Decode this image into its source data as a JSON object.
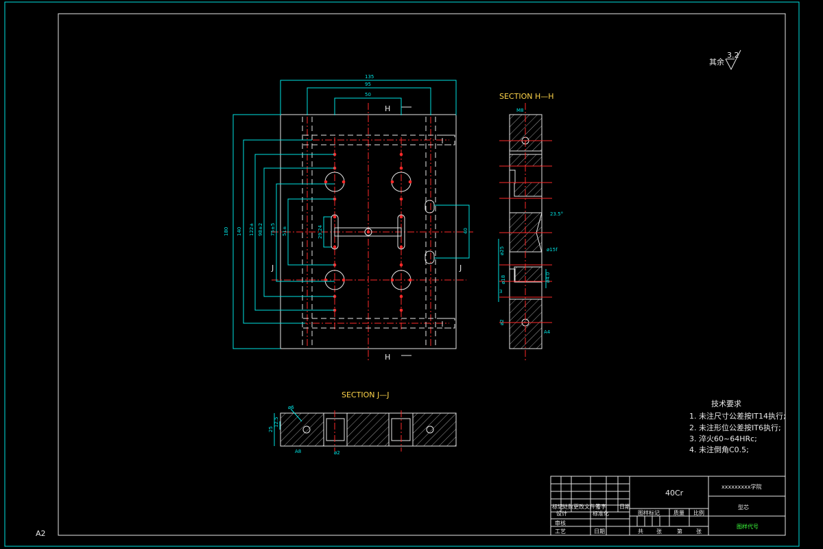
{
  "sheet": {
    "paper_size": "A2",
    "roughness_note": "其余",
    "roughness_value": "3.2"
  },
  "views": {
    "section_hh_title": "SECTION  H—H",
    "section_jj_title": "SECTION  J—J",
    "cut_h": "H",
    "cut_j": "J"
  },
  "dimensions": {
    "top_135": "135",
    "top_95": "95",
    "top_50": "50",
    "left_180": "180",
    "left_140": "140",
    "left_122": "122±",
    "left_98": "98±2",
    "left_75": "75±5",
    "left_51": "51±",
    "left_29": "29.24",
    "right_40": "40",
    "hh_top": "M8",
    "hh_angle": "23.5°",
    "hh_phi151": "ø15f",
    "hh_phi25": "ø25",
    "hh_phi18": "ø18",
    "hh_3": "3",
    "hh_phi2": "ø2",
    "hh_right": "ø4.0",
    "hh_a": "A4",
    "jj_phi6": "ø6",
    "jj_25": "25",
    "jj_125": "12.5",
    "jj_phi2": "ø2",
    "jj_a": "A8"
  },
  "tech_requirements": {
    "title": "技术要求",
    "items": [
      "1. 未注尺寸公差按IT14执行;",
      "2. 未注形位公差按IT6执行;",
      "3. 淬火60~64HRc;",
      "4. 未注倒角C0.5;"
    ]
  },
  "title_block": {
    "material": "40Cr",
    "school": "xxxxxxxxx学院",
    "part_name": "型芯",
    "drawing_no": "图样代号",
    "headers": [
      "标记",
      "处数",
      "更改文件号",
      "签字",
      "日期"
    ],
    "row_design": "设计",
    "row_standard": "标准化",
    "row_review": "审核",
    "row_process": "工艺",
    "date": "日期",
    "stage_mark": "图样标记",
    "weight": "质量",
    "scale": "比例",
    "sheets_total": "共",
    "sheet_unit": "张",
    "sheet_no": "第"
  }
}
